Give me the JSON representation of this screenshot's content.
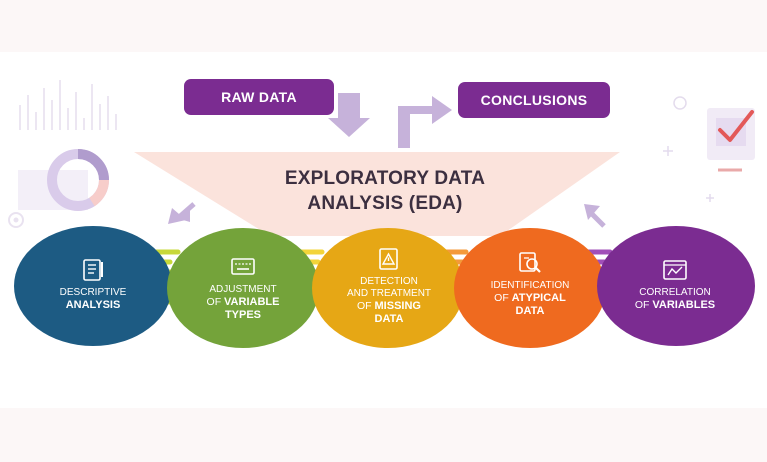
{
  "top": {
    "raw_data": "RAW DATA",
    "conclusions": "CONCLUSIONS"
  },
  "title": {
    "line1": "EXPLORATORY DATA",
    "line2": "ANALYSIS (EDA)"
  },
  "steps": [
    {
      "icon": "checklist-icon",
      "line1": "DESCRIPTIVE",
      "line2_pre": "",
      "line2_bold": "ANALYSIS",
      "line3": "",
      "color": "#1d5b83"
    },
    {
      "icon": "keyboard-icon",
      "line1": "ADJUSTMENT",
      "line2_pre": "OF ",
      "line2_bold": "VARIABLE",
      "line3": "TYPES",
      "color": "#74a33a"
    },
    {
      "icon": "warning-document-icon",
      "line1": "DETECTION",
      "line1b": "AND TREATMENT",
      "line2_pre": "OF ",
      "line2_bold": "MISSING",
      "line3": "DATA",
      "color": "#e6a715"
    },
    {
      "icon": "magnifier-chart-icon",
      "line1": "IDENTIFICATION",
      "line2_pre": "OF ",
      "line2_bold": "ATYPICAL",
      "line3": "DATA",
      "color": "#ef6a1f"
    },
    {
      "icon": "correlation-window-icon",
      "line1": "CORRELATION",
      "line2_pre": "OF ",
      "line2_bold": "VARIABLES",
      "line3": "",
      "color": "#7b2c91"
    }
  ],
  "colors": {
    "purple": "#7b2c91",
    "lavender_arrow": "#c6b2da",
    "funnel": "#fbe3dc",
    "title_text": "#3c2f40"
  }
}
